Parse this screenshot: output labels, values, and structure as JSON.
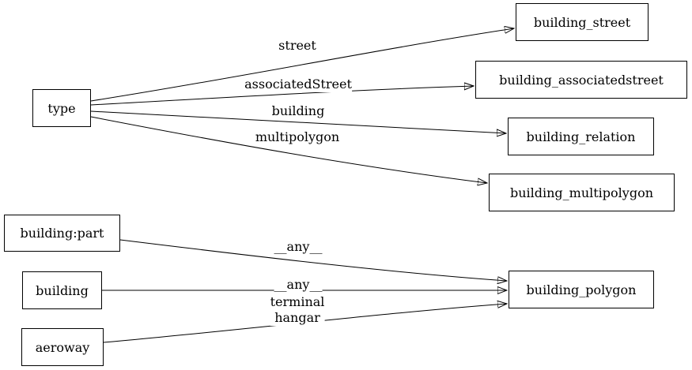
{
  "diagram": {
    "background_color": "#ffffff",
    "line_color": "#000000",
    "nodes": [
      {
        "id": "type",
        "label": "type"
      },
      {
        "id": "building_street",
        "label": "building_street"
      },
      {
        "id": "building_associatedstreet",
        "label": "building_associatedstreet"
      },
      {
        "id": "building_relation",
        "label": "building_relation"
      },
      {
        "id": "building_multipolygon",
        "label": "building_multipolygon"
      },
      {
        "id": "building_part",
        "label": "building:part"
      },
      {
        "id": "building",
        "label": "building"
      },
      {
        "id": "aeroway",
        "label": "aeroway"
      },
      {
        "id": "building_polygon",
        "label": "building_polygon"
      }
    ],
    "edges": [
      {
        "from": "type",
        "to": "building_street",
        "label": "street"
      },
      {
        "from": "type",
        "to": "building_associatedstreet",
        "label": "associatedStreet"
      },
      {
        "from": "type",
        "to": "building_relation",
        "label": "building"
      },
      {
        "from": "type",
        "to": "building_multipolygon",
        "label": "multipolygon"
      },
      {
        "from": "building:part",
        "to": "building_polygon",
        "label": "__any__"
      },
      {
        "from": "building",
        "to": "building_polygon",
        "label": "__any__"
      },
      {
        "from": "aeroway",
        "to": "building_polygon",
        "label": "terminal\nhangar"
      }
    ]
  }
}
